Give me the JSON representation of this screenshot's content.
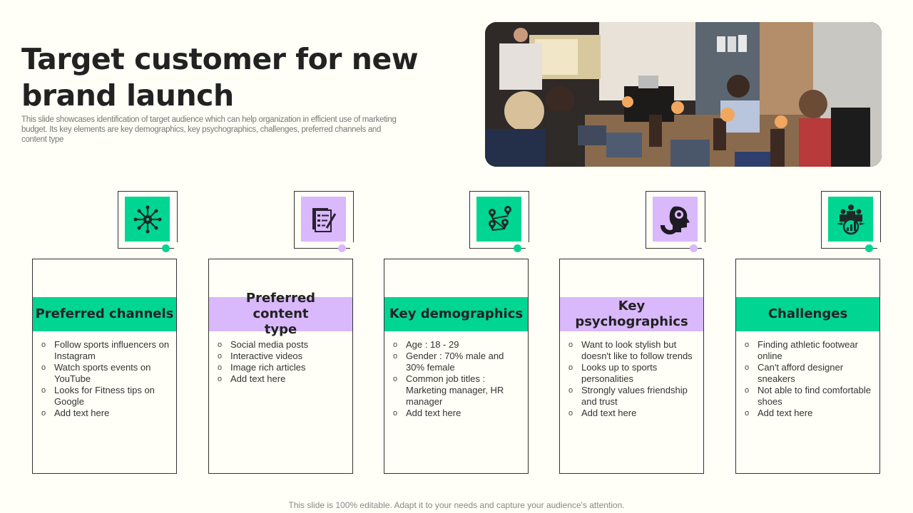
{
  "slide": {
    "title": "Target customer for new brand launch",
    "subtitle": "This slide showcases identification of target audience which can help organization in efficient use of marketing budget. Its key elements are key demographics, key psychographics, challenges, preferred channels and content type",
    "photo_alt": "Business meeting presentation in conference room",
    "footer": "This slide is 100% editable. Adapt it to your needs and capture your audience's attention."
  },
  "colors": {
    "green": "#00d592",
    "purple": "#d9b8fb",
    "background": "#fffff7",
    "border": "#333333"
  },
  "cards": [
    {
      "title": "Preferred channels",
      "icon": "network-hub-icon",
      "accent": "green",
      "items": [
        "Follow sports influencers on Instagram",
        "Watch sports events  on YouTube",
        "Looks for Fitness tips on Google",
        "Add text here"
      ]
    },
    {
      "title": "Preferred content type",
      "icon": "document-edit-icon",
      "accent": "purple",
      "items": [
        "Social media posts",
        "Interactive  videos",
        "Image rich articles",
        "Add text here"
      ]
    },
    {
      "title": "Key demographics",
      "icon": "location-pins-icon",
      "accent": "green",
      "items": [
        "Age : 18 - 29",
        "Gender  : 70% male and 30% female",
        "Common  job titles : Marketing manager,  HR manager",
        "Add text here"
      ]
    },
    {
      "title": "Key psychographics",
      "icon": "head-mind-icon",
      "accent": "purple",
      "items": [
        "Want to look stylish but doesn't like to follow trends",
        "Looks up to sports personalities",
        "Strongly values  friendship and trust",
        "Add text here"
      ]
    },
    {
      "title": "Challenges",
      "icon": "team-growth-chart-icon",
      "accent": "green",
      "items": [
        "Finding athletic footwear online",
        "Can't  afford  designer sneakers",
        "Not able to find comfortable shoes",
        "Add text here"
      ]
    }
  ]
}
